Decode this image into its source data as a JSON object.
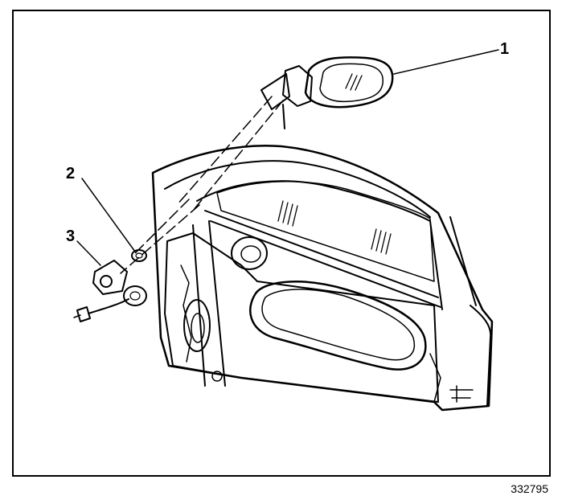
{
  "callouts": [
    {
      "id": "1",
      "label": "1"
    },
    {
      "id": "2",
      "label": "2"
    },
    {
      "id": "3",
      "label": "3"
    }
  ],
  "figure_id": "332795",
  "colors": {
    "ink": "#000000",
    "paper": "#ffffff",
    "shade": "#b8b8b8"
  }
}
